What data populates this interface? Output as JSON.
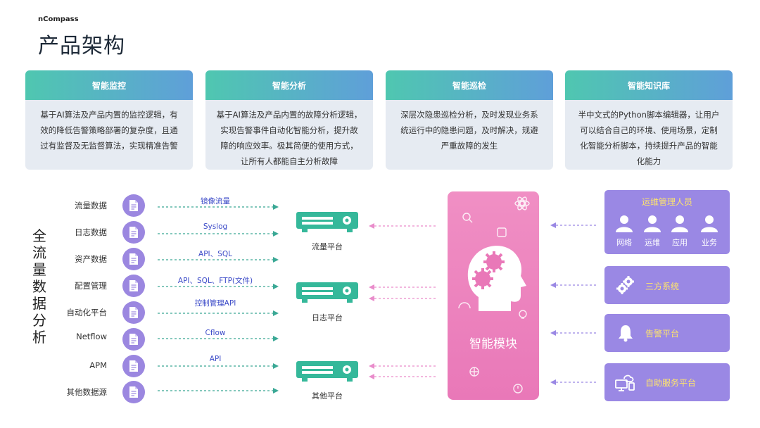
{
  "brand": "nCompass",
  "title": "产品架构",
  "cards": [
    {
      "title": "智能监控",
      "lines": [
        "基于AI算法及产品内置的监控逻辑，有",
        "效的降低告警策略部署的复杂度，且通",
        "过有监督及无监督算法，实现精准告警"
      ]
    },
    {
      "title": "智能分析",
      "lines": [
        "基于AI算法及产品内置的故障分析逻辑，",
        "实现告警事件自动化智能分析，提升故",
        "障的响应效率。极其简便的使用方式，",
        "让所有人都能自主分析故障"
      ]
    },
    {
      "title": "智能巡检",
      "lines": [
        "深层次隐患巡检分析，及时发现业务系",
        "统运行中的隐患问题，及时解决，规避",
        "严重故障的发生"
      ]
    },
    {
      "title": "智能知识库",
      "lines": [
        "半中文式的Python脚本编辑器，让用户",
        "可以结合自己的环境、使用场景，定制",
        "化智能分析脚本，持续提升产品的智能",
        "化能力"
      ]
    }
  ],
  "vertical_title": [
    "全",
    "流",
    "量",
    "数",
    "据",
    "分",
    "析"
  ],
  "sources": [
    {
      "name": "流量数据",
      "flow": "镜像流量"
    },
    {
      "name": "日志数据",
      "flow": "Syslog"
    },
    {
      "name": "资产数据",
      "flow": "API、SQL"
    },
    {
      "name": "配置管理",
      "flow": "API、SQL、FTP(文件)"
    },
    {
      "name": "自动化平台",
      "flow": "控制管理API"
    },
    {
      "name": "Netflow",
      "flow": "Cflow"
    },
    {
      "name": "APM",
      "flow": "API"
    },
    {
      "name": "其他数据源",
      "flow": ""
    }
  ],
  "platforms": [
    "流量平台",
    "日志平台",
    "其他平台"
  ],
  "brain_module": "智能模块",
  "right": {
    "ops_title": "运维管理人员",
    "ops_people": [
      "网络",
      "运维",
      "应用",
      "业务"
    ],
    "third_party": "三方系统",
    "alert": "告警平台",
    "self_service": "自助服务平台"
  },
  "colors": {
    "card_gradient_start": "#4fc7b0",
    "card_gradient_end": "#5f9fd9",
    "card_bg": "#e6ebf2",
    "source_icon": "#9b87e0",
    "flow_arrow": "#3aa895",
    "flow_label": "#3c4bc8",
    "server": "#35b89a",
    "brain": "#ec83bd",
    "right_box": "#9a88e4",
    "right_title": "#ffe56b"
  }
}
